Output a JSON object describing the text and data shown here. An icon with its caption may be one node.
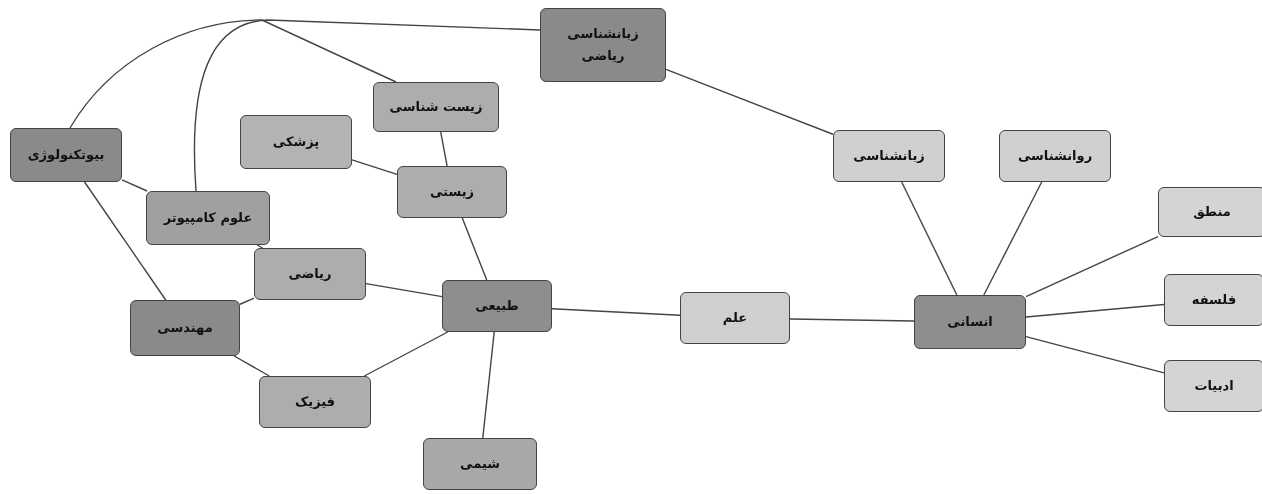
{
  "diagram": {
    "nodes": [
      {
        "text": [
          "علم"
        ]
      },
      {
        "text": [
          "طبیعی"
        ]
      },
      {
        "text": [
          "انسانی"
        ]
      },
      {
        "text": [
          "زبانشناسی ریاضی"
        ]
      },
      {
        "text": [
          "زبانشناسی"
        ]
      },
      {
        "text": [
          "روانشناسی"
        ]
      },
      {
        "text": [
          "منطق"
        ]
      },
      {
        "text": [
          "فلسفه"
        ]
      },
      {
        "text": [
          "ادبیات"
        ]
      },
      {
        "text": [
          "زیست شناسی"
        ]
      },
      {
        "text": [
          "پزشکی"
        ]
      },
      {
        "text": [
          "زیستی"
        ]
      },
      {
        "text": [
          "بیوتکنولوژی"
        ]
      },
      {
        "text": [
          "علوم کامپیوتر"
        ]
      },
      {
        "text": [
          "ریاضی"
        ]
      },
      {
        "text": [
          "مهندسی"
        ]
      },
      {
        "text": [
          "فیزیک"
        ]
      },
      {
        "text": [
          "شیمی"
        ]
      }
    ],
    "edges": [
      {
        "from": 1,
        "to": 0,
        "arrow": "none"
      },
      {
        "from": 0,
        "to": 2,
        "arrow": "none"
      },
      {
        "from": 2,
        "to": 4,
        "arrow": "none"
      },
      {
        "from": 2,
        "to": 5,
        "arrow": "none"
      },
      {
        "from": 2,
        "to": 6,
        "arrow": "none"
      },
      {
        "from": 2,
        "to": 7,
        "arrow": "none"
      },
      {
        "from": 2,
        "to": 8,
        "arrow": "none"
      },
      {
        "from": 4,
        "to": 3,
        "arrow": "none"
      },
      {
        "from": 1,
        "to": 11,
        "arrow": "none"
      },
      {
        "from": 1,
        "to": 14,
        "arrow": "none"
      },
      {
        "from": 1,
        "to": 16,
        "arrow": "none"
      },
      {
        "from": 1,
        "to": 17,
        "arrow": "none"
      },
      {
        "from": 11,
        "to": 9,
        "arrow": "none"
      },
      {
        "from": 11,
        "to": 10,
        "arrow": "none"
      },
      {
        "from": 14,
        "to": 13,
        "arrow": "none"
      },
      {
        "from": 14,
        "to": 15,
        "arrow": "none"
      },
      {
        "from": 15,
        "to": 16,
        "arrow": "none"
      },
      {
        "from": 15,
        "to": 12,
        "arrow": "none"
      },
      {
        "from": 12,
        "to": 13,
        "arrow": "none"
      },
      {
        "from": 12,
        "to": 9,
        "arrow": "none"
      },
      {
        "from": 13,
        "to": 3,
        "arrow": "none"
      }
    ]
  }
}
